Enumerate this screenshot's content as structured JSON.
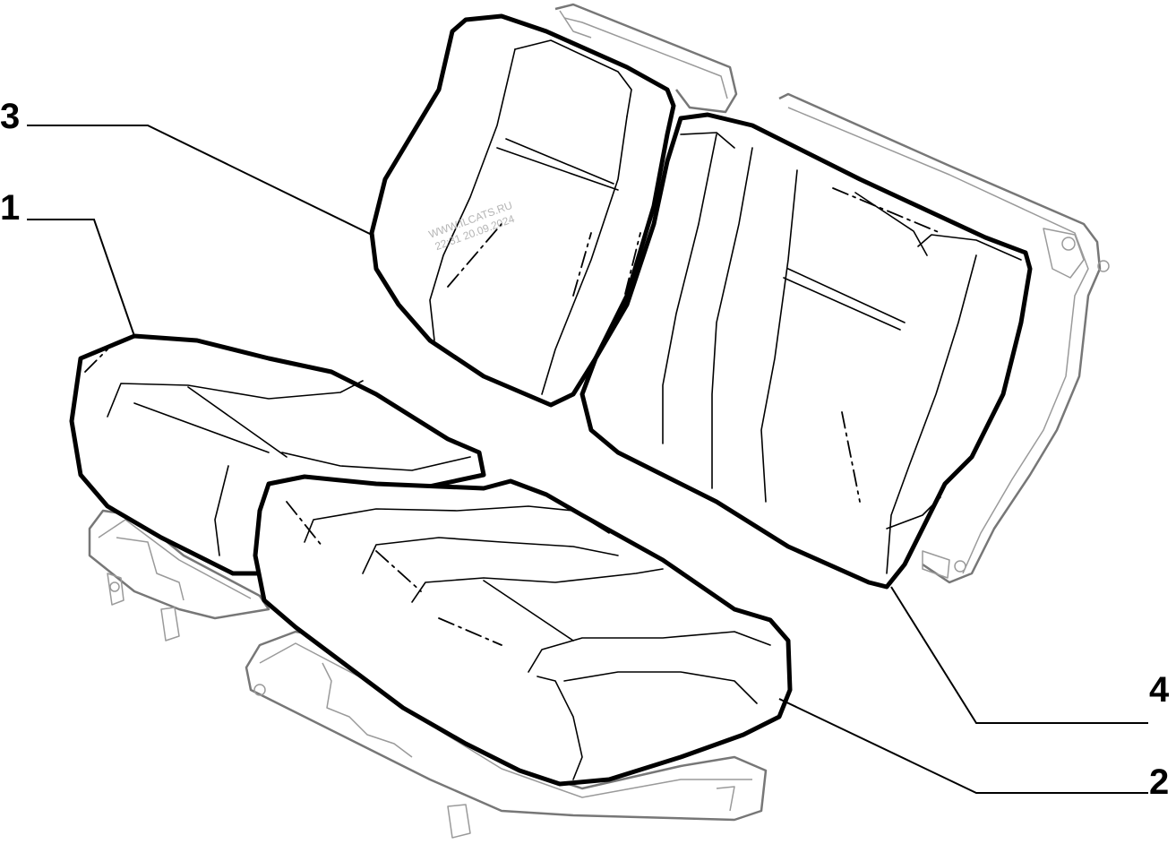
{
  "callouts": [
    {
      "id": "1",
      "label": "1"
    },
    {
      "id": "2",
      "label": "2"
    },
    {
      "id": "3",
      "label": "3"
    },
    {
      "id": "4",
      "label": "4"
    }
  ],
  "watermark": {
    "line1": "WWW.ILCATS.RU",
    "line2": "22:31 20.09.2024"
  }
}
